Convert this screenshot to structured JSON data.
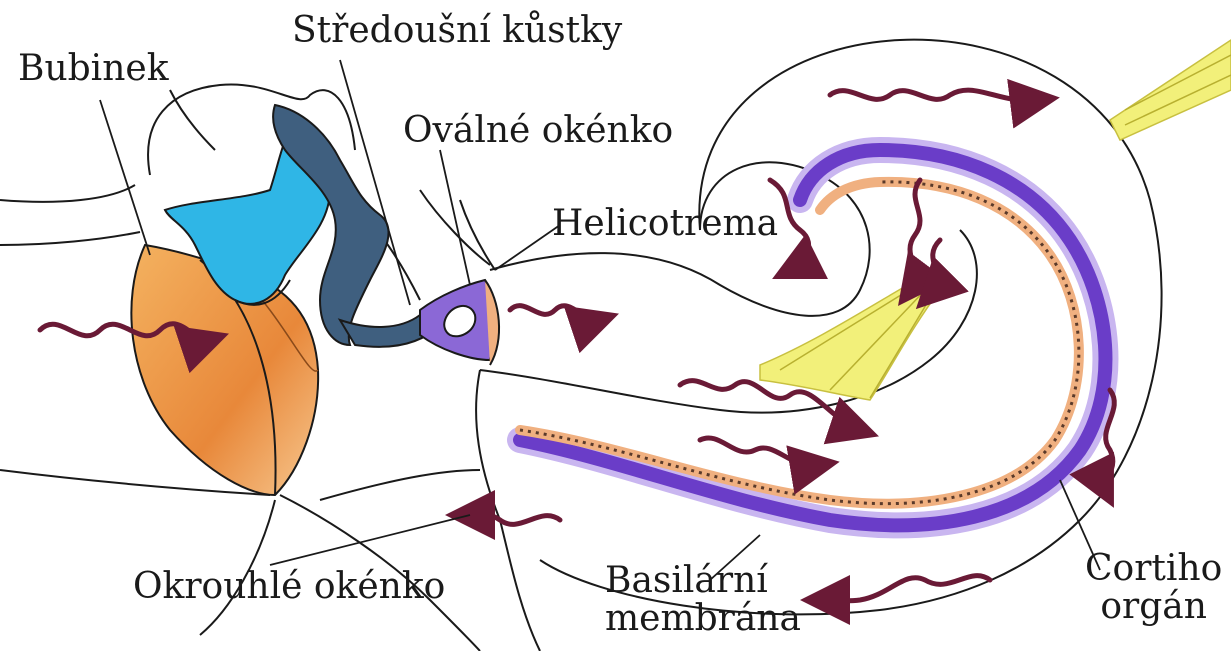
{
  "labels": {
    "bubinek": "Bubinek",
    "stredousni_kustky": "Středoušní kůstky",
    "ovalne_okenko": "Oválné okénko",
    "helicotrema": "Helicotrema",
    "okrouhle_okenko": "Okrouhlé okénko",
    "basilarni_line1": "Basilární",
    "basilarni_line2": "membrána",
    "cortiho_line1": "Cortiho",
    "cortiho_line2": "orgán"
  },
  "colors": {
    "outline": "#1a1a1a",
    "eardrum": "#e8883a",
    "eardrum_light": "#f4c080",
    "ossicle_light": "#2fb6e6",
    "ossicle_dark": "#3f5f7f",
    "oval_window": "#8b68d6",
    "basilar_membrane": "#6a3dc8",
    "basilar_light": "#c9b6f0",
    "cortiho_band": "#f0b080",
    "nerve": "#f2f07a",
    "wave": "#6a1a36"
  }
}
